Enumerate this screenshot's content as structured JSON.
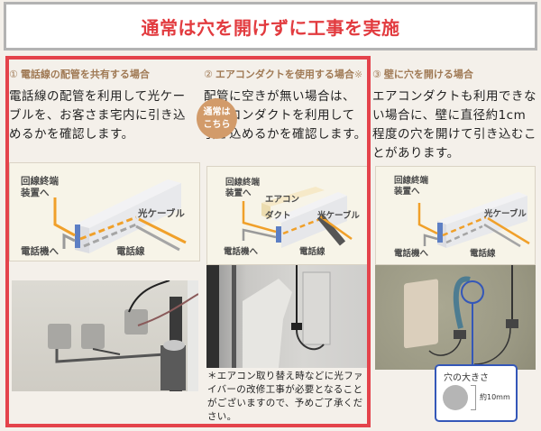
{
  "banner": {
    "title": "通常は穴を開けずに工事を実施"
  },
  "colors": {
    "accent_red": "#e4434b",
    "heading_brown": "#a07a55",
    "badge_tan": "#d29b6a",
    "callout_blue": "#3457b8",
    "cable_orange": "#f0a02a"
  },
  "badge": {
    "line1": "通常は",
    "line2": "こちら"
  },
  "columns": [
    {
      "num": "①",
      "heading": "電話線の配管を共有する場合",
      "mark": "",
      "body": "電話線の配管を利用して光ケーブルを、お客さま宅内に引き込めるかを確認します。",
      "diagram": {
        "label_terminal": "回線終端\n装置へ",
        "label_fiber": "光ケーブル",
        "label_phone": "電話機へ",
        "label_line": "電話線"
      }
    },
    {
      "num": "②",
      "heading": "エアコンダクトを使用する場合",
      "mark": "※",
      "body": "配管に空きが無い場合は、エアコンダクトを利用して引き込めるかを確認します。",
      "diagram": {
        "label_terminal": "回線終端\n装置へ",
        "label_duct": "エアコン\nダクト",
        "label_fiber": "光ケーブル",
        "label_phone": "電話機へ",
        "label_line": "電話線"
      },
      "note": "＊エアコン取り替え時などに光ファイバーの改修工事が必要となることがございますので、予めご了承ください。"
    },
    {
      "num": "③",
      "heading": "壁に穴を開ける場合",
      "mark": "",
      "body": "エアコンダクトも利用できない場合に、壁に直径約1cm程度の穴を開けて引き込むことがあります。",
      "diagram": {
        "label_terminal": "回線終端\n装置へ",
        "label_fiber": "光ケーブル",
        "label_phone": "電話機へ",
        "label_line": "電話線"
      },
      "callout": {
        "title": "穴の大きさ",
        "size": "約10mm"
      }
    }
  ]
}
